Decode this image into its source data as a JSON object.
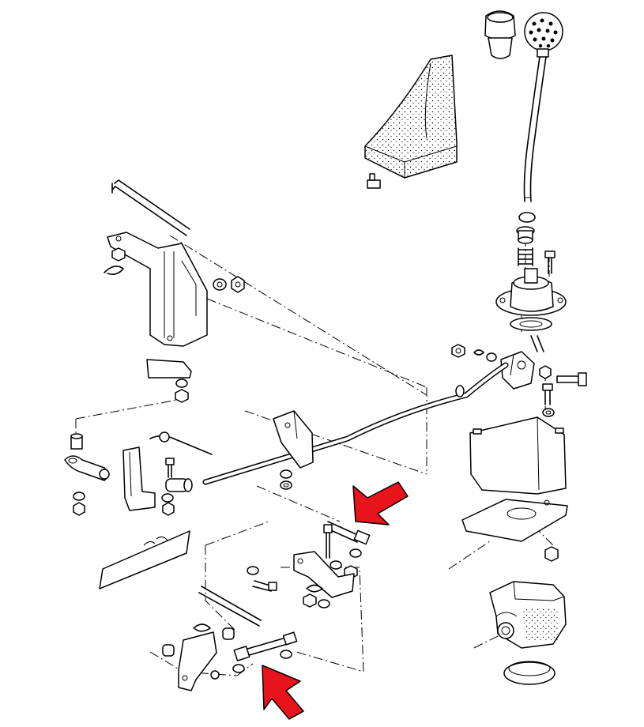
{
  "diagram": {
    "type": "exploded-parts-view",
    "subject": "gear-shift-linkage-assembly",
    "highlight_color": "#e8141c",
    "line_color": "#000000",
    "background_color": "#ffffff",
    "arrows": [
      {
        "name": "arrow-upper",
        "points_to": "shift-rod-end-fitting"
      },
      {
        "name": "arrow-lower",
        "points_to": "linkage-rod-end-fitting"
      }
    ]
  }
}
